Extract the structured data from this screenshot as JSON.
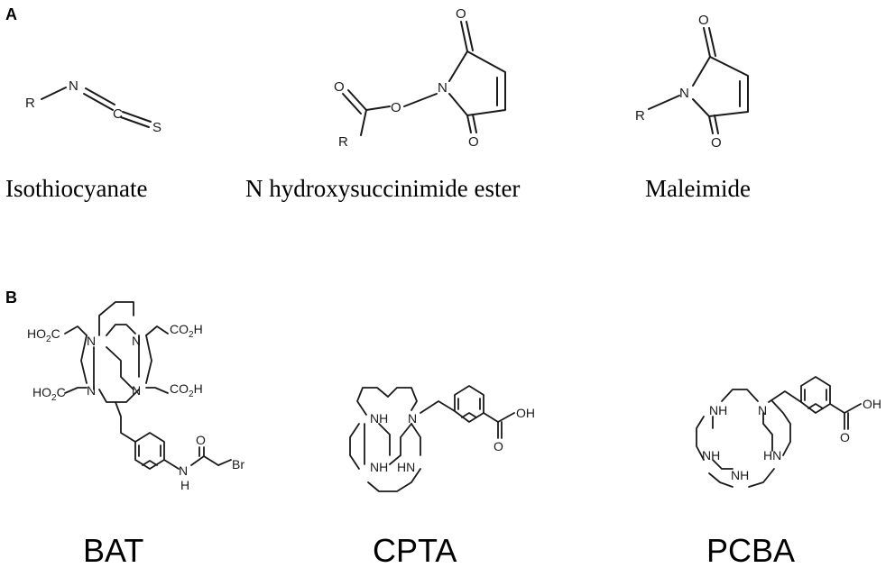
{
  "panels": {
    "a_label": "A",
    "b_label": "B"
  },
  "panel_a": {
    "isothiocyanate": {
      "name": "Isothiocyanate",
      "atoms": {
        "r": "R",
        "n": "N",
        "c": "C",
        "s": "S"
      }
    },
    "nhs_ester": {
      "name": "N hydroxysuccinimide ester",
      "atoms": {
        "r": "R",
        "o_carbonyl": "O",
        "o_ester": "O",
        "n": "N",
        "o_top": "O",
        "o_bottom": "O"
      }
    },
    "maleimide": {
      "name": "Maleimide",
      "atoms": {
        "r": "R",
        "n": "N",
        "o_top": "O",
        "o_bottom": "O"
      }
    }
  },
  "panel_b": {
    "bat": {
      "name": "BAT",
      "atoms": {
        "n": "N",
        "ho2c": "HO",
        "co2h": "CO",
        "h": "H",
        "sub2": "2",
        "o": "O",
        "br": "Br"
      }
    },
    "cpta": {
      "name": "CPTA",
      "atoms": {
        "n": "N",
        "nh": "NH",
        "hn": "HN",
        "o": "O",
        "oh": "OH"
      }
    },
    "pcba": {
      "name": "PCBA",
      "atoms": {
        "n": "N",
        "nh": "NH",
        "hn": "HN",
        "o": "O",
        "oh": "OH"
      }
    }
  }
}
